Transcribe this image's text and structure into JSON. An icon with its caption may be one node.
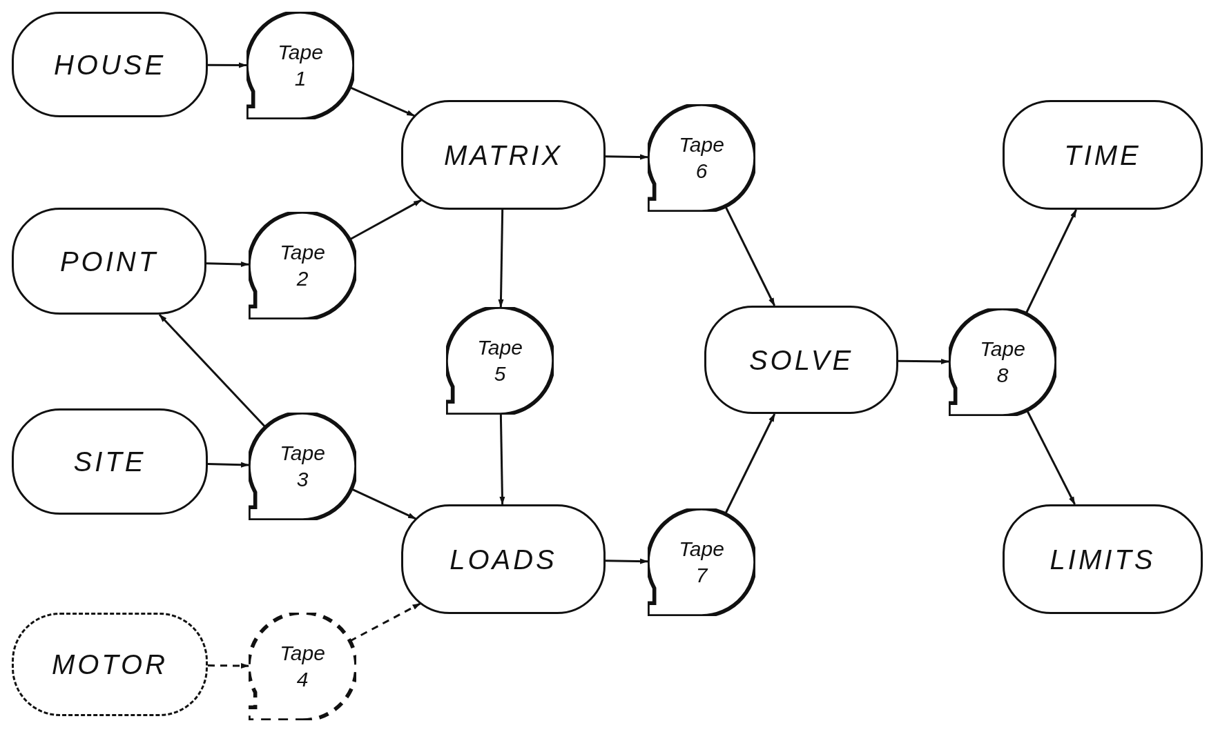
{
  "diagram": {
    "nodes": [
      {
        "text": [
          "HOUSE"
        ]
      },
      {
        "text": [
          "Tape 1"
        ]
      },
      {
        "text": [
          "MATRIX"
        ]
      },
      {
        "text": [
          "Tape 6"
        ]
      },
      {
        "text": [
          "TIME"
        ]
      },
      {
        "text": [
          "POINT"
        ]
      },
      {
        "text": [
          "Tape 2"
        ]
      },
      {
        "text": [
          "Tape 5"
        ]
      },
      {
        "text": [
          "SOLVE"
        ]
      },
      {
        "text": [
          "Tape 8"
        ]
      },
      {
        "text": [
          "SITE"
        ]
      },
      {
        "text": [
          "Tape 3"
        ]
      },
      {
        "text": [
          "LOADS"
        ]
      },
      {
        "text": [
          "Tape 7"
        ]
      },
      {
        "text": [
          "LIMITS"
        ]
      },
      {
        "text": [
          "MOTOR"
        ]
      },
      {
        "text": [
          "Tape 4"
        ]
      }
    ],
    "edges": [
      {
        "from": 0,
        "to": 1,
        "arrow": "to"
      },
      {
        "from": 1,
        "to": 2,
        "arrow": "to"
      },
      {
        "from": 5,
        "to": 6,
        "arrow": "to"
      },
      {
        "from": 6,
        "to": 2,
        "arrow": "to"
      },
      {
        "from": 2,
        "to": 3,
        "arrow": "to"
      },
      {
        "from": 2,
        "to": 7,
        "arrow": "to"
      },
      {
        "from": 7,
        "to": 12,
        "arrow": "to"
      },
      {
        "from": 11,
        "to": 5,
        "arrow": "to"
      },
      {
        "from": 10,
        "to": 11,
        "arrow": "to"
      },
      {
        "from": 11,
        "to": 12,
        "arrow": "to"
      },
      {
        "from": 15,
        "to": 16,
        "arrow": "to",
        "style": "dashed"
      },
      {
        "from": 16,
        "to": 12,
        "arrow": "to",
        "style": "dashed"
      },
      {
        "from": 12,
        "to": 13,
        "arrow": "to"
      },
      {
        "from": 13,
        "to": 8,
        "arrow": "to"
      },
      {
        "from": 3,
        "to": 8,
        "arrow": "to"
      },
      {
        "from": 8,
        "to": 9,
        "arrow": "to"
      },
      {
        "from": 9,
        "to": 4,
        "arrow": "to"
      },
      {
        "from": 9,
        "to": 14,
        "arrow": "to"
      }
    ]
  }
}
